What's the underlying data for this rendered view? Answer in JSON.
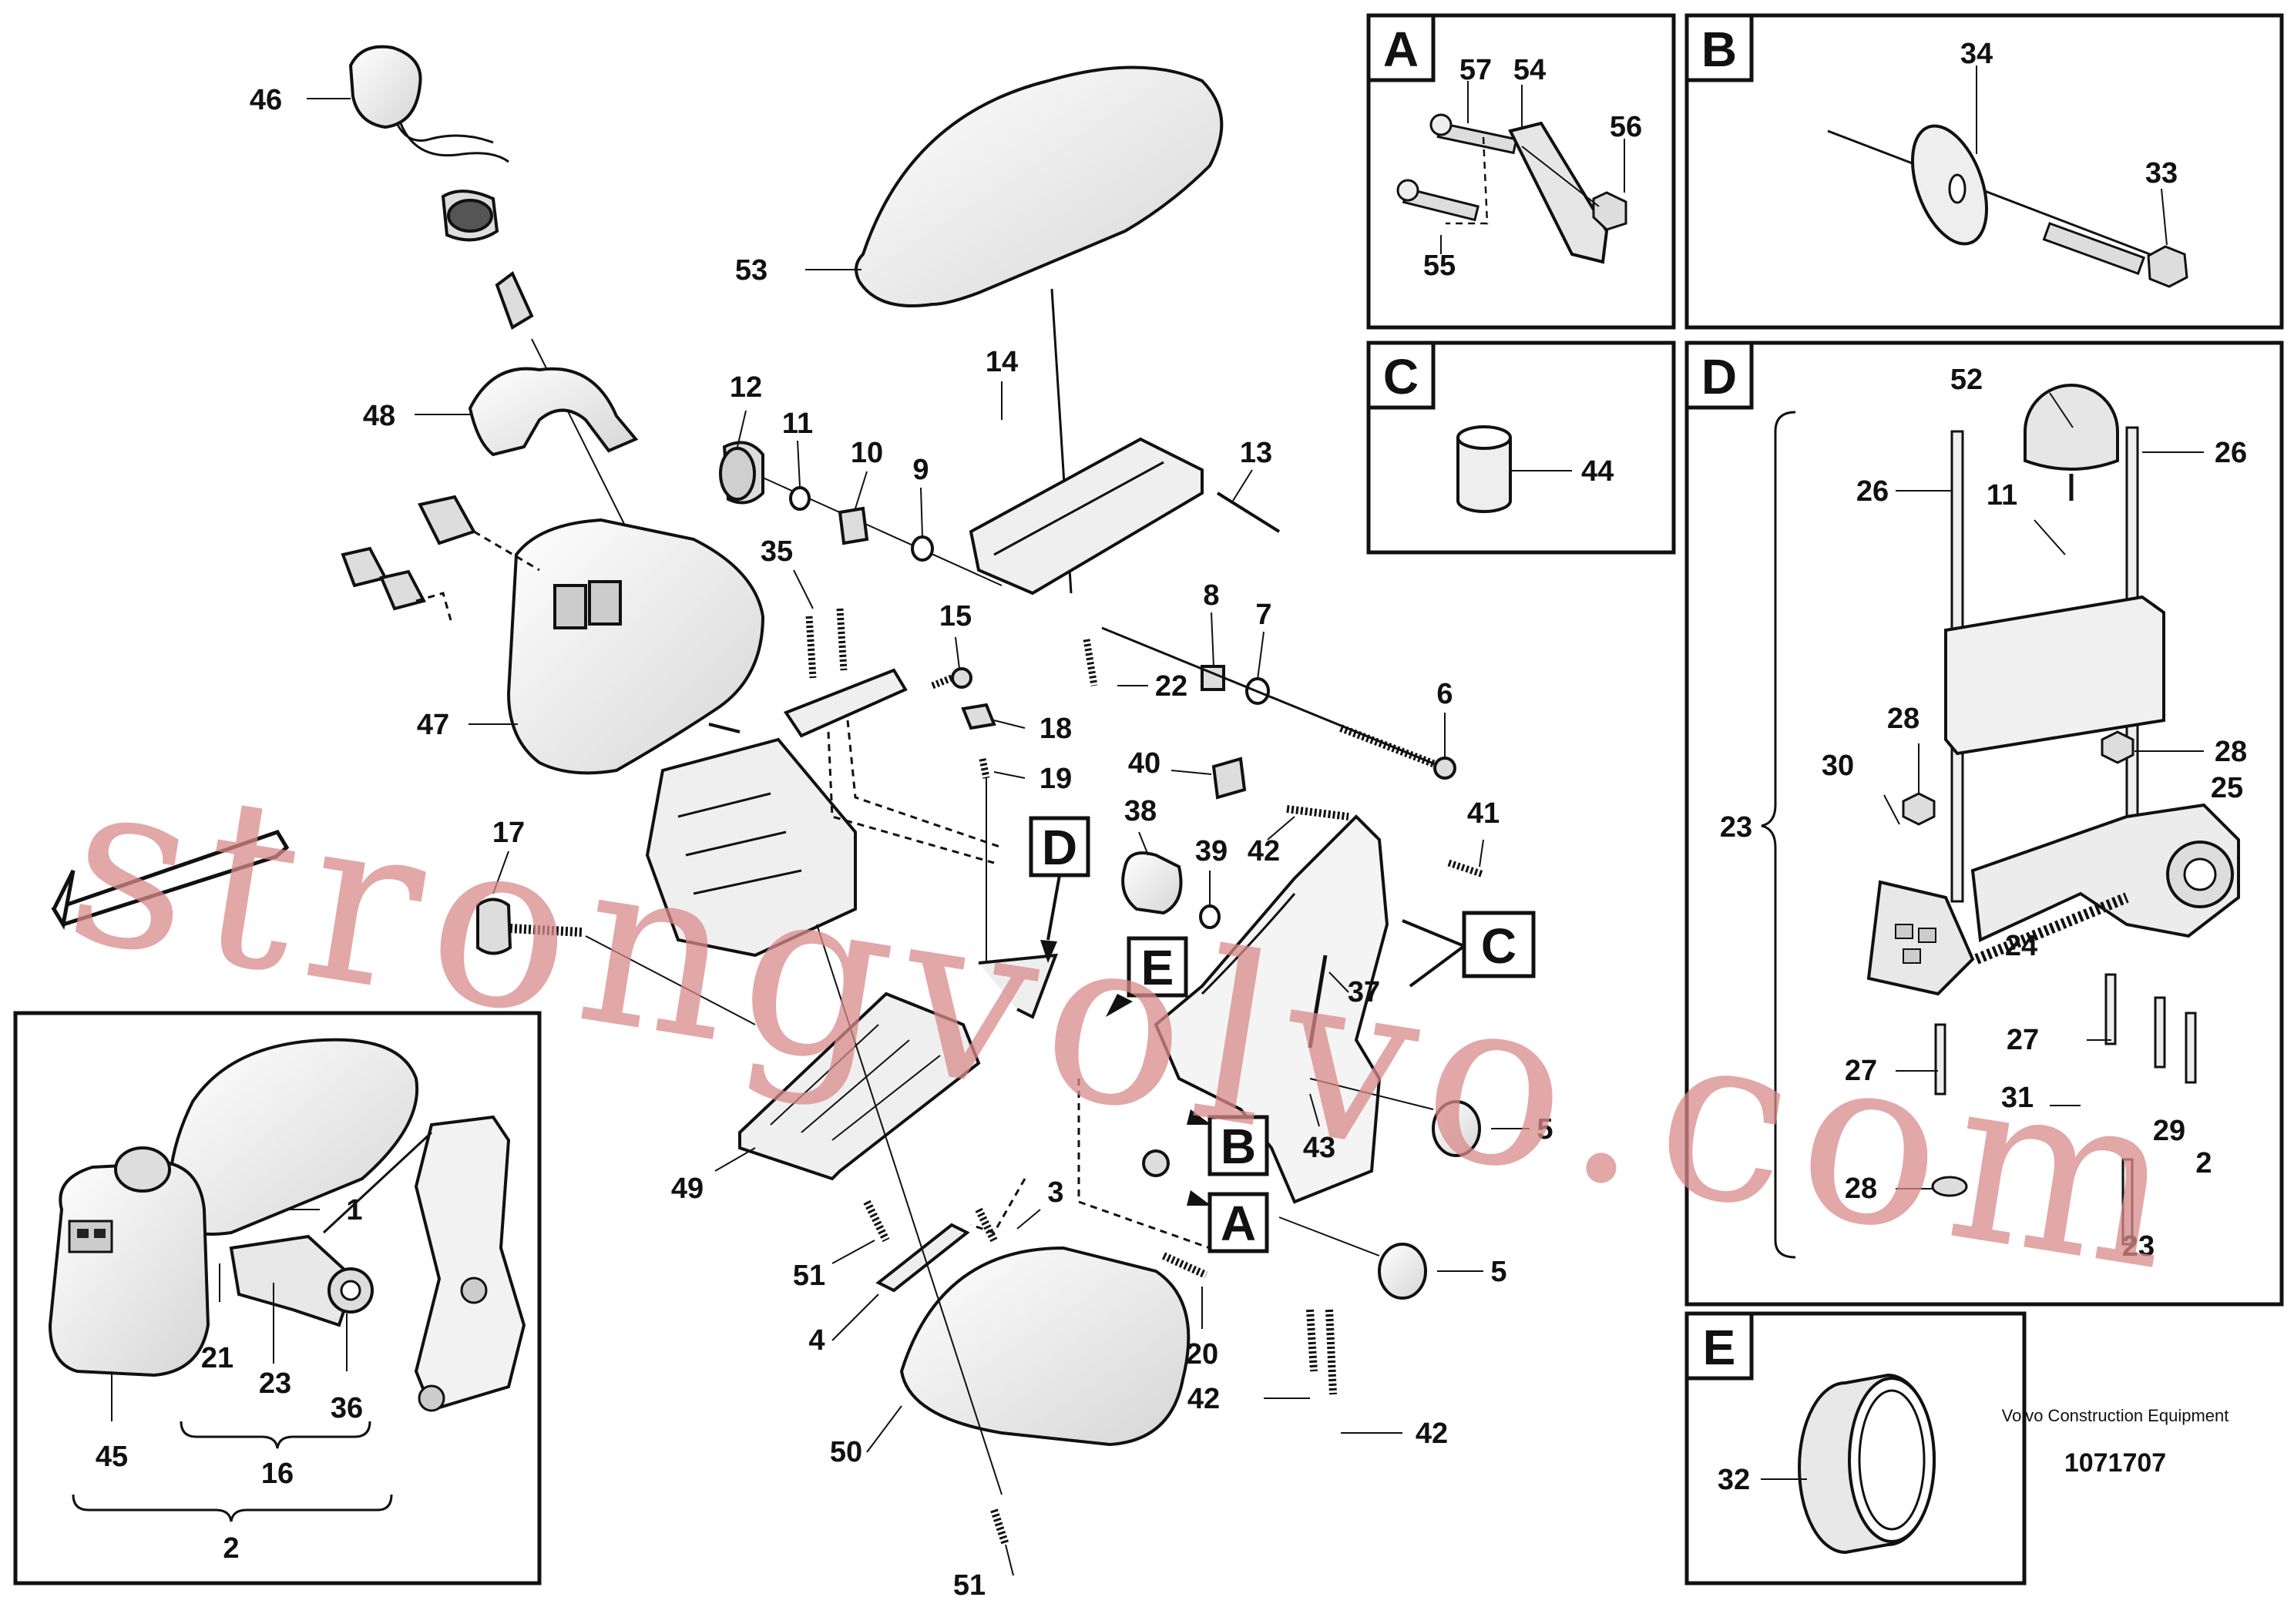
{
  "drawing": {
    "manufacturer": "Volvo Construction Equipment",
    "drawing_number": "1071707",
    "watermark": "strongvolvo.com"
  },
  "detail_boxes": {
    "A": {
      "letter": "A",
      "callouts": [
        "57",
        "54",
        "56",
        "55"
      ]
    },
    "B": {
      "letter": "B",
      "callouts": [
        "34",
        "33"
      ]
    },
    "C": {
      "letter": "C",
      "callouts": [
        "44"
      ]
    },
    "D": {
      "letter": "D",
      "callouts": [
        "52",
        "26",
        "26",
        "11",
        "28",
        "28",
        "30",
        "25",
        "23",
        "24",
        "27",
        "27",
        "31",
        "28",
        "29",
        "2",
        "23"
      ]
    },
    "E": {
      "letter": "E",
      "callouts": [
        "32"
      ]
    },
    "inset": {
      "callouts": [
        "1",
        "21",
        "23",
        "36",
        "45",
        "16",
        "2"
      ]
    }
  },
  "main_callouts": [
    "46",
    "53",
    "48",
    "12",
    "11",
    "10",
    "9",
    "14",
    "13",
    "35",
    "15",
    "8",
    "7",
    "47",
    "22",
    "6",
    "18",
    "19",
    "40",
    "17",
    "38",
    "39",
    "42",
    "41",
    "37",
    "5",
    "5",
    "43",
    "49",
    "3",
    "51",
    "4",
    "20",
    "42",
    "42",
    "50",
    "51"
  ],
  "section_markers": [
    "D",
    "E",
    "C",
    "B",
    "A"
  ]
}
